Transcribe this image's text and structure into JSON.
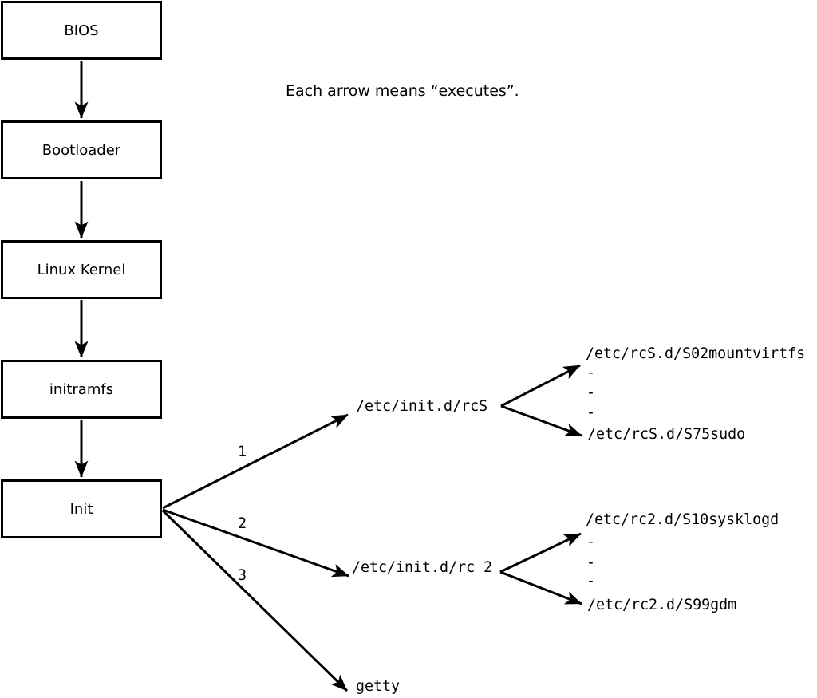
{
  "note": "Each arrow means “executes”.",
  "colors": {
    "line": "#000000",
    "background": "#ffffff",
    "box_fill": "#ffffff"
  },
  "chain": [
    {
      "label": "BIOS"
    },
    {
      "label": "Bootloader"
    },
    {
      "label": "Linux Kernel"
    },
    {
      "label": "initramfs"
    },
    {
      "label": "Init"
    }
  ],
  "branches": [
    {
      "number": "1",
      "target": "/etc/init.d/rcS",
      "children": {
        "first": "/etc/rcS.d/S02mountvirtfs",
        "ellipsis": [
          "-",
          "-",
          "-"
        ],
        "last": "/etc/rcS.d/S75sudo"
      }
    },
    {
      "number": "2",
      "target": "/etc/init.d/rc 2",
      "children": {
        "first": "/etc/rc2.d/S10sysklogd",
        "ellipsis": [
          "-",
          "-",
          "-"
        ],
        "last": "/etc/rc2.d/S99gdm"
      }
    },
    {
      "number": "3",
      "target": "getty"
    }
  ]
}
